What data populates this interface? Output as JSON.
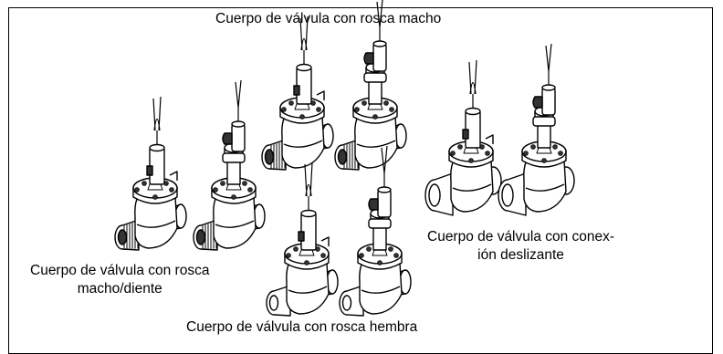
{
  "labels": {
    "male": "Cuerpo de válvula con rosca macho",
    "male_barb_line1": "Cuerpo de válvula con rosca",
    "male_barb_line2": "macho/diente",
    "slip_line1": "Cuerpo de válvula con conex-",
    "slip_line2": "ión deslizante",
    "female": "Cuerpo de válvula con rosca hembra"
  },
  "valves": [
    {
      "group": "male-barb",
      "type": "jar-top",
      "ends": "barb-thread"
    },
    {
      "group": "male-barb",
      "type": "flow-control",
      "ends": "barb-thread"
    },
    {
      "group": "male",
      "type": "jar-top",
      "ends": "male-thread"
    },
    {
      "group": "male",
      "type": "flow-control",
      "ends": "male-thread"
    },
    {
      "group": "female",
      "type": "jar-top",
      "ends": "female-thread"
    },
    {
      "group": "female",
      "type": "flow-control",
      "ends": "female-thread"
    },
    {
      "group": "slip",
      "type": "jar-top",
      "ends": "slip"
    },
    {
      "group": "slip",
      "type": "flow-control",
      "ends": "slip"
    }
  ],
  "colors": {
    "line": "#000000",
    "fill": "#ffffff",
    "shade": "#cfcfcf",
    "dark": "#333333"
  }
}
